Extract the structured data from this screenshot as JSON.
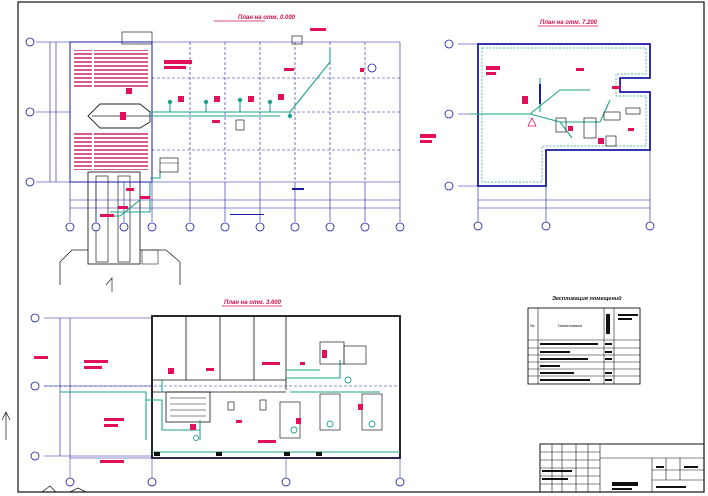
{
  "plan_titles": {
    "plan_a": "План на отм. 0.000",
    "plan_b": "План на отм. 7.200",
    "plan_c": "План на отм. 3.600"
  },
  "specification": {
    "title": "Экспликация помещений",
    "header_num": "№",
    "header_name": "Наименование"
  },
  "colors": {
    "grid": "#1a1aa8",
    "pipe": "#1fa38a",
    "tag": "#e0105a",
    "frame": "#111111"
  }
}
